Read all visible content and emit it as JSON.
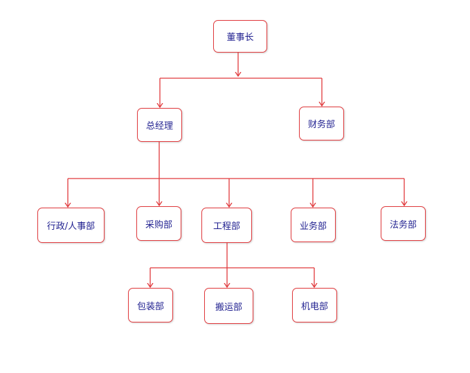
{
  "org_chart": {
    "chairman": "董事长",
    "general_manager": "总经理",
    "finance": "财务部",
    "admin_hr": "行政/人事部",
    "purchasing": "采购部",
    "engineering": "工程部",
    "business": "业务部",
    "legal": "法务部",
    "packaging": "包装部",
    "moving": "搬运部",
    "machinery": "机电部"
  },
  "colors": {
    "connector": "#e0393c",
    "node_border": "#e0393c",
    "node_text": "#1f1f8f",
    "background": "#ffffff"
  }
}
